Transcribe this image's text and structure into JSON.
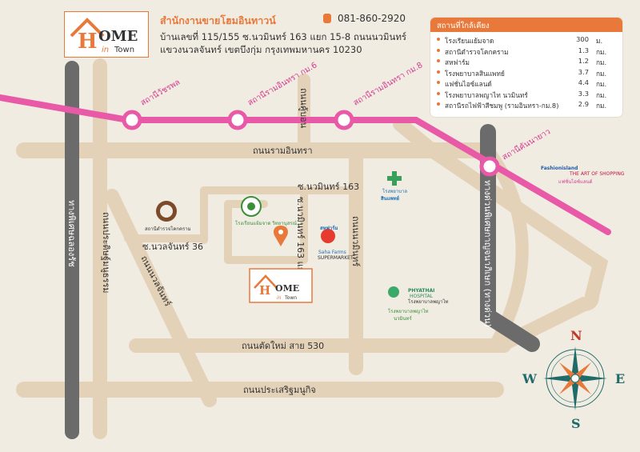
{
  "header": {
    "logo_home": "OME",
    "logo_h": "H",
    "logo_in": "in",
    "logo_town": "Town",
    "office_title": "สำนักงานขายโฮมอินทาวน์",
    "phone": "081-860-2920",
    "address_line1": "บ้านเลขที่ 115/155 ซ.นวมินทร์ 163 แยก 15-8 ถนนนวมินทร์",
    "address_line2": "แขวงนวลจันทร์ เขตบึงกุ่ม กรุงเทพมหานคร 10230"
  },
  "nearby": {
    "title": "สถานที่ใกล้เคียง",
    "items": [
      {
        "name": "โรงเรียนแย้มจาด",
        "distance": "300",
        "unit": "ม."
      },
      {
        "name": "สถานีตำรวจโคกคราม",
        "distance": "1.3",
        "unit": "กม."
      },
      {
        "name": "สหฟาร์ม",
        "distance": "1.2",
        "unit": "กม."
      },
      {
        "name": "โรงพยาบาลสินแพทย์",
        "distance": "3.7",
        "unit": "กม."
      },
      {
        "name": "แฟชั่นไอซ์แลนด์",
        "distance": "4.4",
        "unit": "กม."
      },
      {
        "name": "โรงพยาบาลพญาไท นวมินทร์",
        "distance": "3.3",
        "unit": "กม."
      },
      {
        "name": "สถานีรถไฟฟ้าสีชมพู (รามอินทรา-กม.8)",
        "distance": "2.9",
        "unit": "กม."
      }
    ]
  },
  "roads": {
    "ram_inthra": "ถนนรามอินทรา",
    "navamin163": "ซ.นวมินทร์ 163",
    "navamin163_sub": "ซ.นวมินทร์ 163 แยก 15-8",
    "nuanchan36": "ซ.นวลจันทร์ 36",
    "nuanchan_rd": "ถนนนวลจันทร์",
    "navamin_rd": "ถนนนวมินทร์",
    "khoku": "ถนนคู้บอน",
    "tat_mai": "ถนนตัดใหม่ สาย 530",
    "prasert": "ถนนประเสริฐมนูกิจ",
    "expressway_left": "ทางพิเศษฉลองรัช",
    "kanchanaphisek": "ทางด่วนพิเศษกาญจนาภิเษก (ทางด่วน)",
    "pradit": "ถนนประดิษฐ์มนูธรรม"
  },
  "stations": {
    "s1": "สถานีวัชรพล",
    "s2": "สถานีรามอินทรา กม.6",
    "s3": "สถานีรามอินทรา กม.8",
    "s4": "สถานีคันนายาว"
  },
  "pois": {
    "police": "สถานีตำรวจโคกคราม",
    "school": "โรงเรียนแย้มจาด วิทยานุสรณ์",
    "sahafarms_th": "สหฟาร์ม",
    "sahafarms_en": "Saha Farms",
    "sahafarms_sub": "SUPERMARKET",
    "sinpaet_small": "โรงพยาบาล",
    "sinpaet": "สินแพทย์",
    "phyathai": "PHYATHAI",
    "phyathai_sub": "HOSPITAL",
    "phyathai_th": "โรงพยาบาลพญาไท",
    "phyathai_label1": "โรงพยาบาลพญาไท",
    "phyathai_label2": "นวมินทร์",
    "fashion_brand": "Fashionisland",
    "fashion_tag": "THE ART OF SHOPPING",
    "fashion_th": "แฟชั่นไอซ์แลนด์"
  },
  "compass": {
    "n": "N",
    "s": "S",
    "e": "E",
    "w": "W"
  },
  "colors": {
    "accent": "#e8793a",
    "rail": "#e85aa8",
    "road": "#e4d2b8",
    "expressway": "#6b6b6b",
    "background": "#f1ece2"
  }
}
